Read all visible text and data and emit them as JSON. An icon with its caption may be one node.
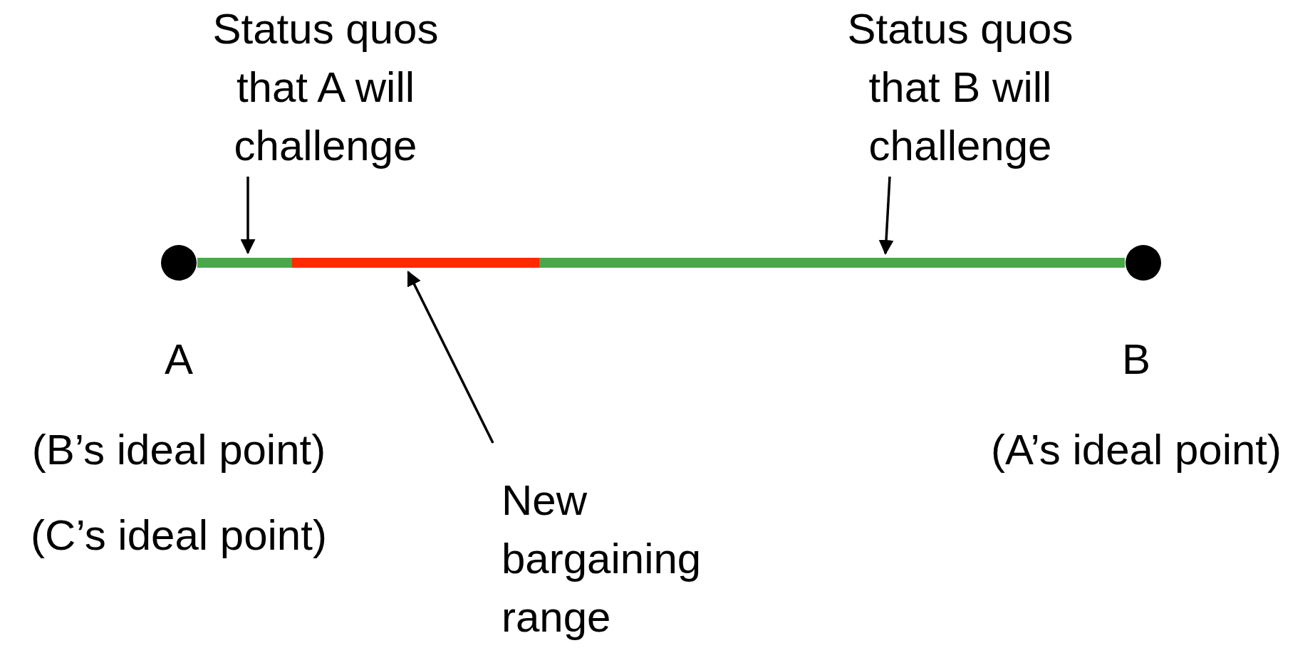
{
  "diagram": {
    "nodes": [
      {
        "text": [
          "Status quos that A will challenge"
        ]
      },
      {
        "text": [
          "Status quos that B will challenge"
        ]
      },
      {
        "text": [],
        "shape": "bar"
      },
      {
        "text": [],
        "shape": "bar"
      },
      {
        "text": [],
        "shape": "bar"
      },
      {
        "text": [
          "New bargaining range"
        ]
      }
    ],
    "edges": [
      {
        "from": 0,
        "to": 2,
        "arrow": "to"
      },
      {
        "from": 1,
        "to": 4,
        "arrow": "to"
      },
      {
        "from": 5,
        "to": 3,
        "arrow": "to"
      }
    ],
    "labels": [
      "A",
      "B",
      "(B’s ideal point)",
      "(A’s ideal point)",
      "(C’s ideal point)"
    ]
  }
}
